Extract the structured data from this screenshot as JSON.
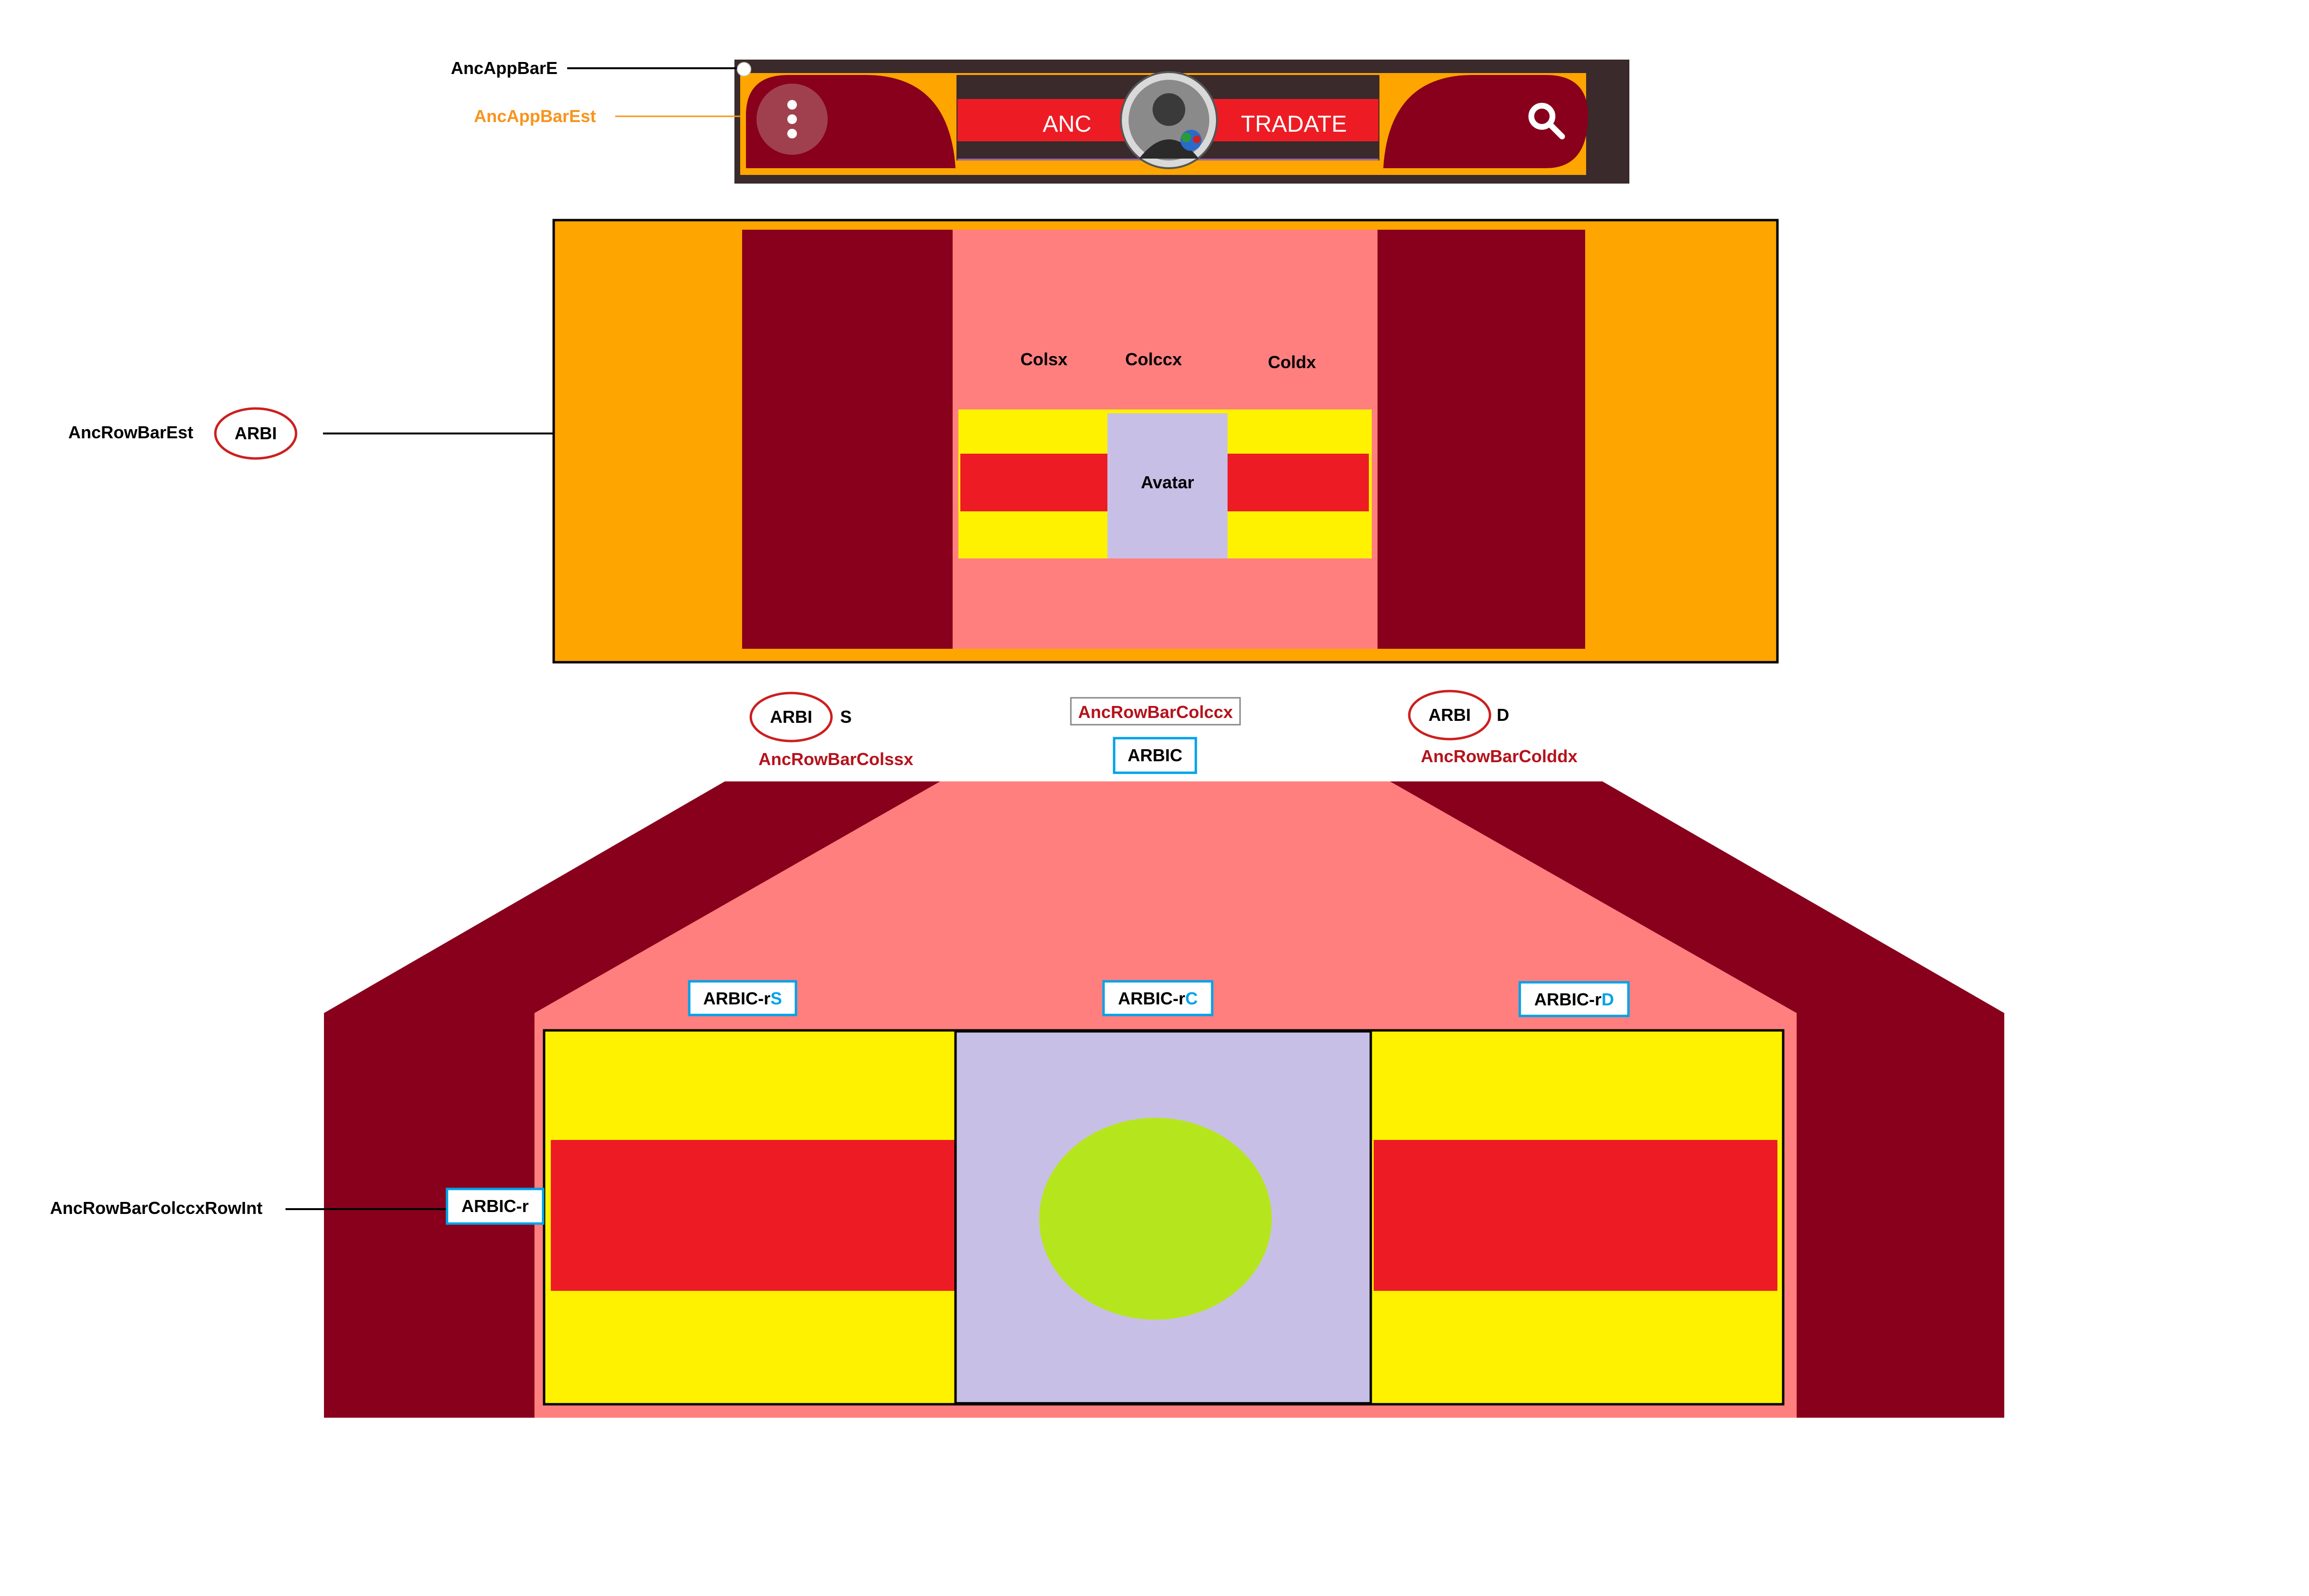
{
  "colors": {
    "maroon": "#88001B",
    "orange": "#FFA500",
    "salmon": "#FF7F7F",
    "yellow": "#FFF200",
    "red": "#ED1C24",
    "lavender": "#C8BFE7",
    "lime": "#B5E61D",
    "dark_frame": "#3A2A2C",
    "callout_orange": "#F7941D",
    "callout_darkred": "#B5121B",
    "blue_border": "#00A2E8"
  },
  "appbar": {
    "label_e": "AncAppBarE",
    "label_est": "AncAppBarEst",
    "title_left": "ANC",
    "title_right": "TRADATE",
    "menu_icon": "more-vert-icon",
    "search_icon": "search-icon",
    "avatar_icon": "portrait-avatar-icon"
  },
  "rowbar": {
    "label": "AncRowBarEst",
    "badge": "ARBI",
    "col_left": "Colsx",
    "col_center": "Colccx",
    "col_right": "Coldx",
    "avatar": "Avatar"
  },
  "columns": {
    "left_badge": "ARBI",
    "left_suffix": "S",
    "left_name": "AncRowBarColssx",
    "center_name": "AncRowBarColccx",
    "center_badge": "ARBIC",
    "right_badge": "ARBI",
    "right_suffix": "D",
    "right_name": "AncRowBarColddx"
  },
  "inner": {
    "row_label": "AncRowBarColccxRowInt",
    "row_badge": "ARBIC-r",
    "left_prefix": "ARBIC-r",
    "left_suffix": "S",
    "center_prefix": "ARBIC-r",
    "center_suffix": "C",
    "right_prefix": "ARBIC-r",
    "right_suffix": "D"
  }
}
